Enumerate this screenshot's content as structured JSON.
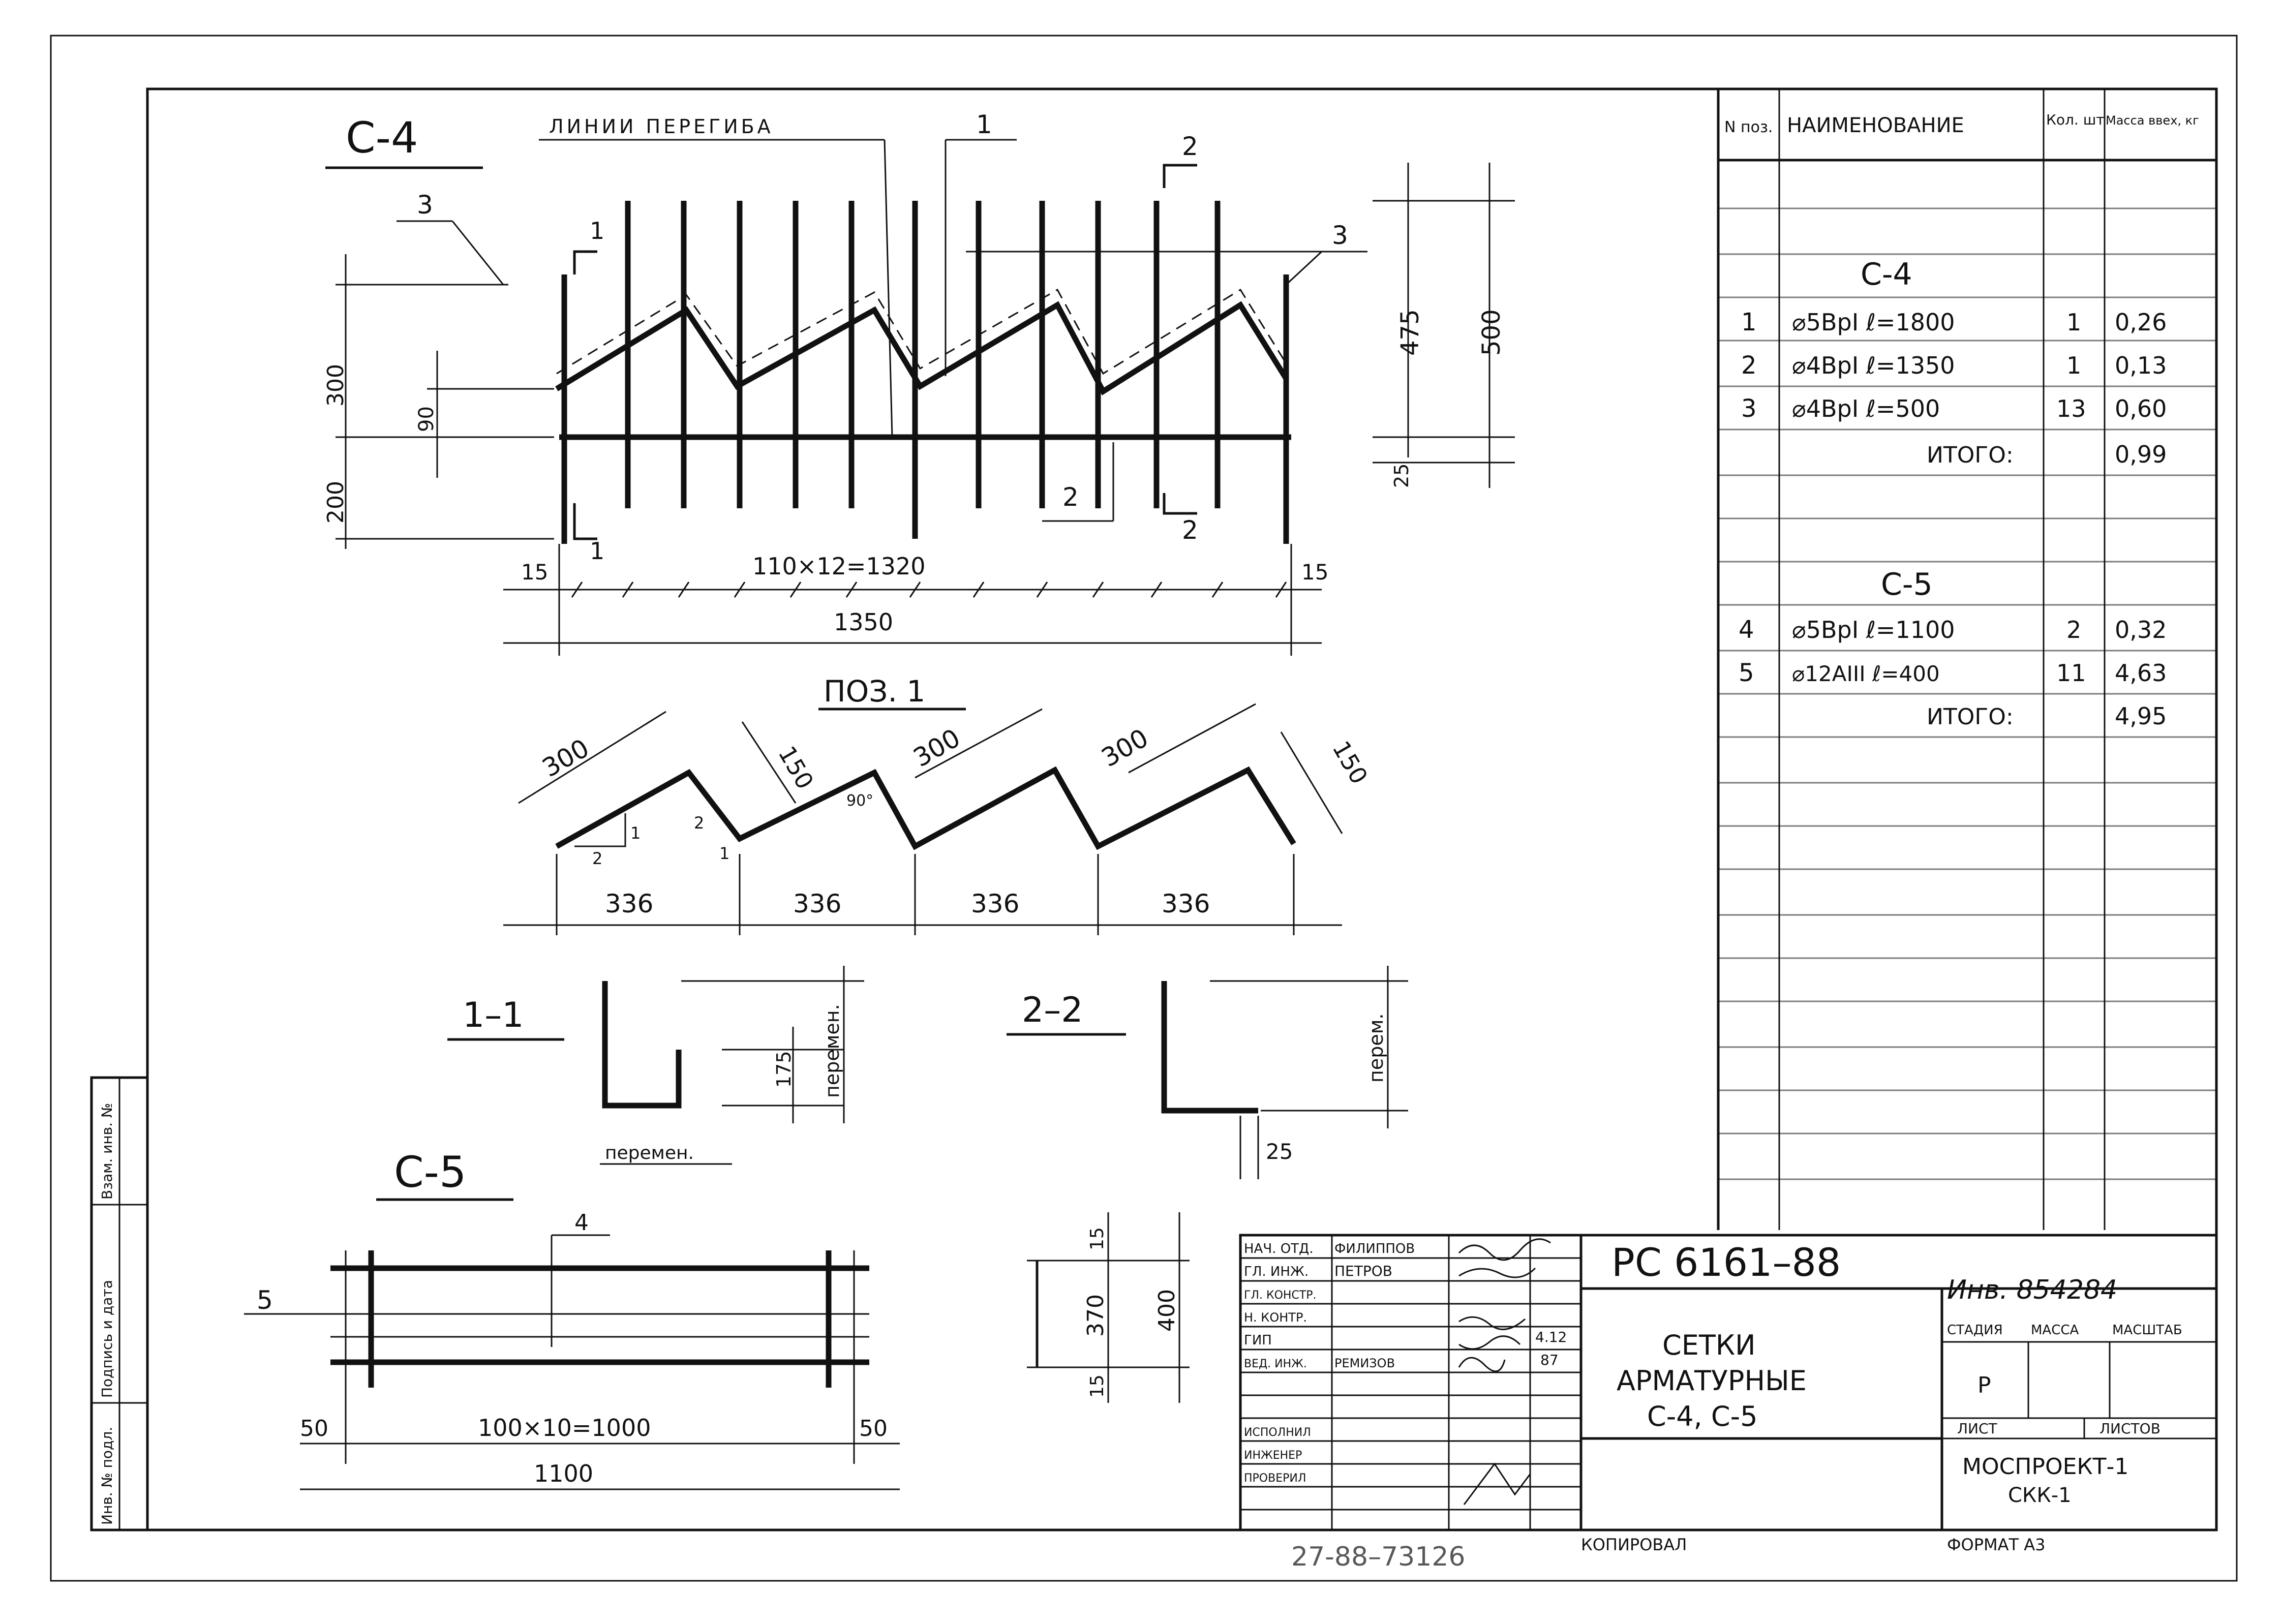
{
  "c4": {
    "title": "С-4",
    "bend_label": "ЛИНИИ ПЕРЕГИБА",
    "callout_1": "1",
    "callout_2": "2",
    "callout_3": "3",
    "section_1": "1",
    "section_2": "2",
    "dim_300": "300",
    "dim_90": "90",
    "dim_200": "200",
    "dim_475": "475",
    "dim_500": "500",
    "dim_25": "25",
    "dim_15_left": "15",
    "dim_15_right": "15",
    "dim_spacing": "110×12=1320",
    "dim_total": "1350"
  },
  "poz1": {
    "title": "ПОЗ. 1",
    "dim_300_a": "300",
    "dim_150_a": "150",
    "dim_300_b": "300",
    "dim_300_c": "300",
    "dim_150_b": "150",
    "angle": "90°",
    "slope_1a": "1",
    "slope_2a": "2",
    "slope_2b": "2",
    "slope_1b": "1",
    "dim_336_a": "336",
    "dim_336_b": "336",
    "dim_336_c": "336",
    "dim_336_d": "336"
  },
  "sec11": {
    "title": "1–1",
    "dim_175": "175",
    "perem_v": "перемен.",
    "perem_h": "перемен."
  },
  "sec22": {
    "title": "2–2",
    "perem_v": "перем.",
    "dim_25": "25"
  },
  "c5": {
    "title": "С-5",
    "callout_4": "4",
    "callout_5": "5",
    "dim_50_left": "50",
    "dim_50_right": "50",
    "dim_spacing": "100×10=1000",
    "dim_total": "1100",
    "dim_15_top": "15",
    "dim_370": "370",
    "dim_15_bottom": "15",
    "dim_400": "400"
  },
  "spec": {
    "headers": [
      "N поз.",
      "НАИМЕНОВАНИЕ",
      "Кол. шт",
      "Масса ввех, кг"
    ],
    "group_c4": "С-4",
    "rows_c4": [
      {
        "pos": "1",
        "name": "⌀5ВрI ℓ=1800",
        "qty": "1",
        "mass": "0,26"
      },
      {
        "pos": "2",
        "name": "⌀4ВрI ℓ=1350",
        "qty": "1",
        "mass": "0,13"
      },
      {
        "pos": "3",
        "name": "⌀4ВрI ℓ=500",
        "qty": "13",
        "mass": "0,60"
      }
    ],
    "total_c4_label": "ИТОГО:",
    "total_c4_value": "0,99",
    "group_c5": "С-5",
    "rows_c5": [
      {
        "pos": "4",
        "name": "⌀5ВрI ℓ=1100",
        "qty": "2",
        "mass": "0,32"
      },
      {
        "pos": "5",
        "name": "⌀12АIII ℓ=400",
        "qty": "11",
        "mass": "4,63"
      }
    ],
    "total_c5_label": "ИТОГО:",
    "total_c5_value": "4,95"
  },
  "title_block": {
    "roles": [
      "НАЧ. ОТД.",
      "ГЛ. ИНЖ.",
      "ГЛ. КОНСТР.",
      "Н. КОНТР.",
      "ГИП",
      "ВЕД. ИНЖ.",
      "ИСПОЛНИЛ",
      "ИНЖЕНЕР",
      "ПРОВЕРИЛ"
    ],
    "names": [
      "ФИЛИППОВ",
      "ПЕТРОВ",
      "",
      "",
      "",
      "РЕМИЗОВ",
      "",
      "",
      ""
    ],
    "date_1": "4.12",
    "date_2": "87",
    "code": "РС 6161–88",
    "inventory": "Инв. 854284",
    "title_line1": "СЕТКИ",
    "title_line2": "АРМАТУРНЫЕ",
    "title_line3": "С-4, С-5",
    "stage_label": "СТАДИЯ",
    "mass_label": "МАССА",
    "scale_label": "МАСШТАБ",
    "stage_value": "Р",
    "sheet_label": "ЛИСТ",
    "sheets_label": "ЛИСТОВ",
    "org_line1": "МОСПРОЕКТ-1",
    "org_line2": "СКК-1",
    "bottom_number": "27-88–73126",
    "copied_label": "КОПИРОВАЛ",
    "format_label": "ФОРМАТ А3"
  },
  "side_stamp": {
    "cells": [
      "Инв. № подл.",
      "Подпись и дата",
      "Взам. инв. №"
    ]
  }
}
